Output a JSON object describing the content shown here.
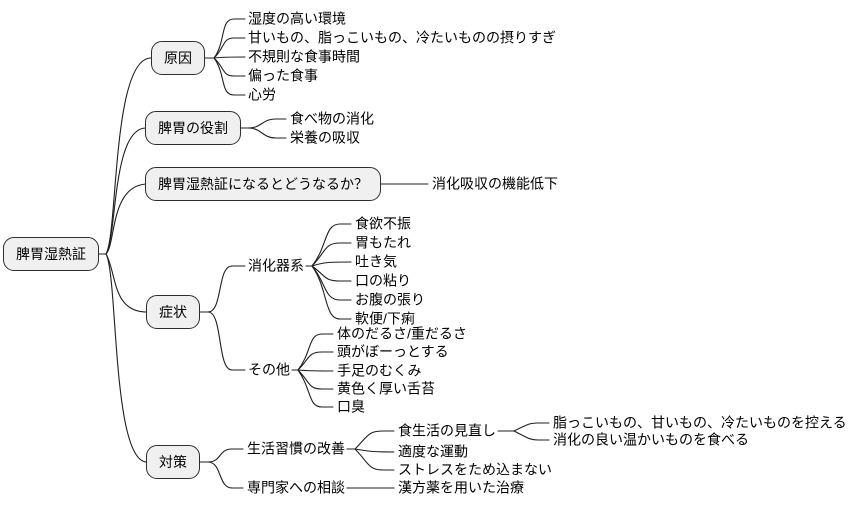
{
  "colors": {
    "background": "#ffffff",
    "node_fill": "#f0f0f0",
    "node_border": "#2e2e2e",
    "line": "#1f1f1f",
    "text": "#000000"
  },
  "mindmap": {
    "root": {
      "label": "脾胃湿熱証"
    },
    "branches": [
      {
        "label": "原因",
        "children": [
          {
            "label": "湿度の高い環境"
          },
          {
            "label": "甘いもの、脂っこいもの、冷たいものの摂りすぎ"
          },
          {
            "label": "不規則な食事時間"
          },
          {
            "label": "偏った食事"
          },
          {
            "label": "心労"
          }
        ]
      },
      {
        "label": "脾胃の役割",
        "children": [
          {
            "label": "食べ物の消化"
          },
          {
            "label": "栄養の吸収"
          }
        ]
      },
      {
        "label": "脾胃湿熱証になるとどうなるか？",
        "children": [
          {
            "label": "消化吸収の機能低下"
          }
        ]
      },
      {
        "label": "症状",
        "children": [
          {
            "label": "消化器系",
            "children": [
              {
                "label": "食欲不振"
              },
              {
                "label": "胃もたれ"
              },
              {
                "label": "吐き気"
              },
              {
                "label": "口の粘り"
              },
              {
                "label": "お腹の張り"
              },
              {
                "label": "軟便/下痢"
              }
            ]
          },
          {
            "label": "その他",
            "children": [
              {
                "label": "体のだるさ/重だるさ"
              },
              {
                "label": "頭がぼーっとする"
              },
              {
                "label": "手足のむくみ"
              },
              {
                "label": "黄色く厚い舌苔"
              },
              {
                "label": "口臭"
              }
            ]
          }
        ]
      },
      {
        "label": "対策",
        "children": [
          {
            "label": "生活習慣の改善",
            "children": [
              {
                "label": "食生活の見直し",
                "children": [
                  {
                    "label": "脂っこいもの、甘いもの、冷たいものを控える"
                  },
                  {
                    "label": "消化の良い温かいものを食べる"
                  }
                ]
              },
              {
                "label": "適度な運動"
              },
              {
                "label": "ストレスをため込まない"
              }
            ]
          },
          {
            "label": "専門家への相談",
            "children": [
              {
                "label": "漢方薬を用いた治療"
              }
            ]
          }
        ]
      }
    ]
  }
}
